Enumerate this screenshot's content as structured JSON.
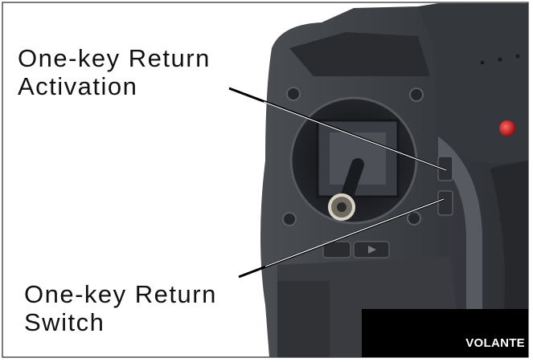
{
  "labels": {
    "activation": {
      "line1": "One-key Return",
      "line2": "Activation"
    },
    "switch": {
      "line1": "One-key Return",
      "line2": "Switch"
    }
  },
  "brand": "VOLANTE",
  "icons": [
    "transmitter-photo",
    "joystick-icon",
    "indicator-light-icon"
  ],
  "colors": {
    "body": "#3f4247",
    "led": "#d01818",
    "callout": "#000000"
  }
}
